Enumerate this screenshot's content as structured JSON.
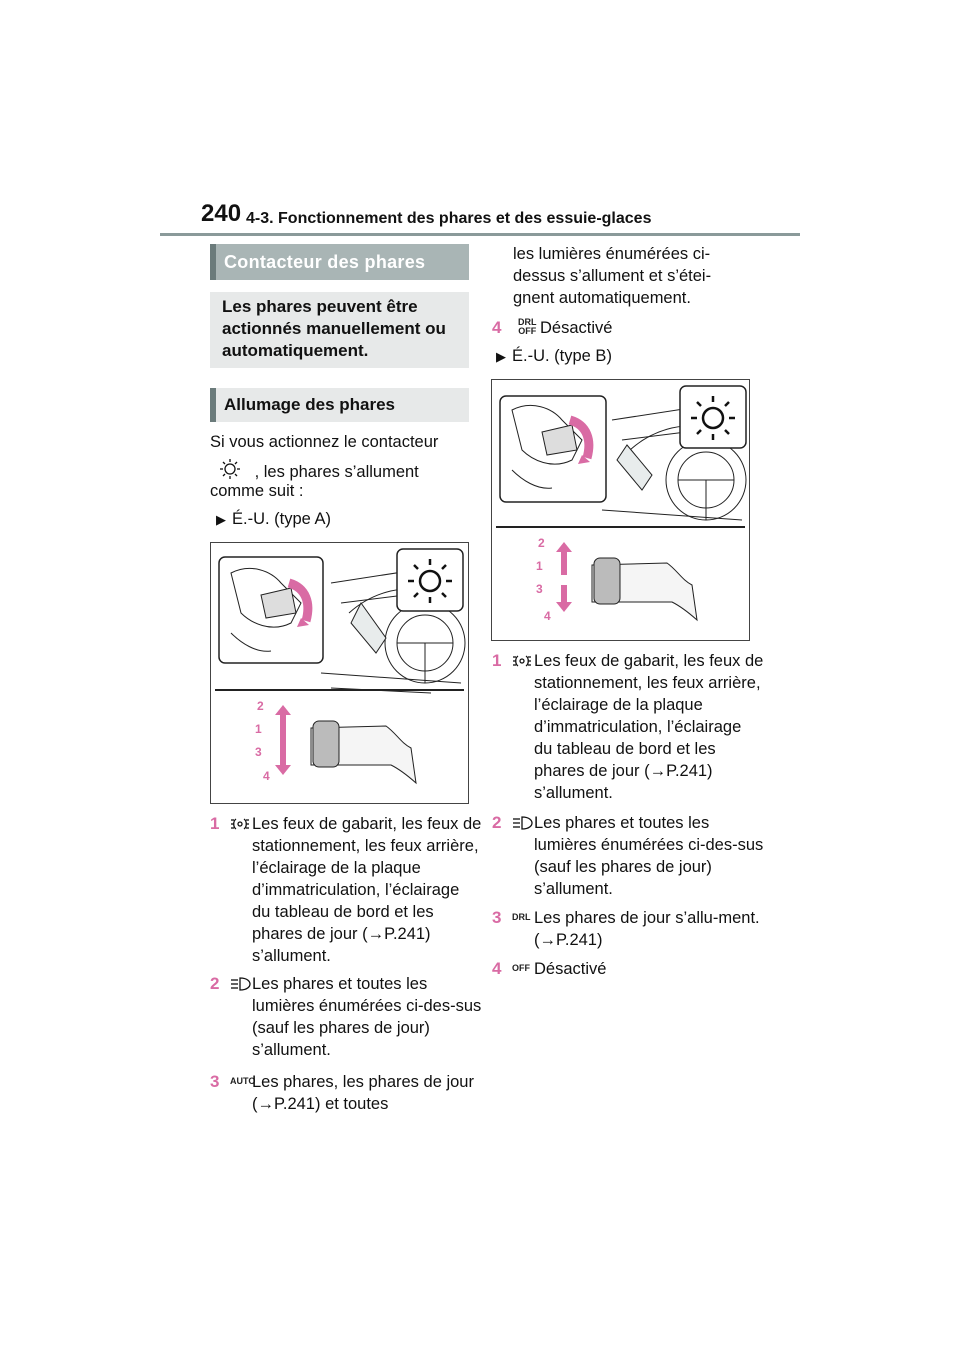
{
  "header": {
    "page_number": "240",
    "section": "4-3. Fonctionnement des phares et des essuie-glaces"
  },
  "title": "Contacteur des phares",
  "intro": "Les phares peuvent être actionnés manuellement ou automatiquement.",
  "subheading": "Allumage des phares",
  "lead": {
    "line1": "Si vous actionnez le contacteur",
    "line2": ", les phares s’allument",
    "line3": "comme suit :"
  },
  "variant_a": {
    "label": "É.-U. (type A)",
    "figure_callouts": [
      "2",
      "1",
      "3",
      "4"
    ],
    "items": [
      {
        "num": "1",
        "icon": "parking-lights-icon",
        "text": "Les feux de gabarit, les feux de stationnement, les feux arrière, l’éclairage de la plaque d’immatriculation, l’éclairage du tableau de bord et les phares de jour (→P.241) s’allument."
      },
      {
        "num": "2",
        "icon": "headlight-icon",
        "text": "Les phares et toutes les lumières énumérées ci-des-sus (sauf les phares de jour) s’allument."
      },
      {
        "num": "3",
        "icon": "auto-icon",
        "icon_text": "AUTO",
        "text": "Les phares, les phares de jour (→P.241) et toutes les lumières énumérées ci-dessus s’allument et s’étei-gnent automatiquement."
      },
      {
        "num": "4",
        "icon": "drl-off-icon",
        "icon_text_top": "DRL",
        "icon_text_bottom": "OFF",
        "text": "Désactivé"
      }
    ]
  },
  "variant_b": {
    "label": "É.-U. (type B)",
    "figure_callouts": [
      "2",
      "1",
      "3",
      "4"
    ],
    "items": [
      {
        "num": "1",
        "icon": "parking-lights-icon",
        "text": "Les feux de gabarit, les feux de stationnement, les feux arrière, l’éclairage de la plaque d’immatriculation, l’éclairage du tableau de bord et les phares de jour (→P.241) s’allument."
      },
      {
        "num": "2",
        "icon": "headlight-icon",
        "text": "Les phares et toutes les lumières énumérées ci-des-sus (sauf les phares de jour) s’allument."
      },
      {
        "num": "3",
        "icon": "drl-icon",
        "icon_text": "DRL",
        "text": "Les phares de jour s’allu-ment. (→P.241)"
      },
      {
        "num": "4",
        "icon": "off-icon",
        "icon_text": "OFF",
        "text": "Désactivé"
      }
    ]
  },
  "colors": {
    "accent": "#d96ba4",
    "title_bg": "#a9b5b5",
    "box_bg": "#e7e9e9",
    "rule": "#8a9a9a"
  }
}
